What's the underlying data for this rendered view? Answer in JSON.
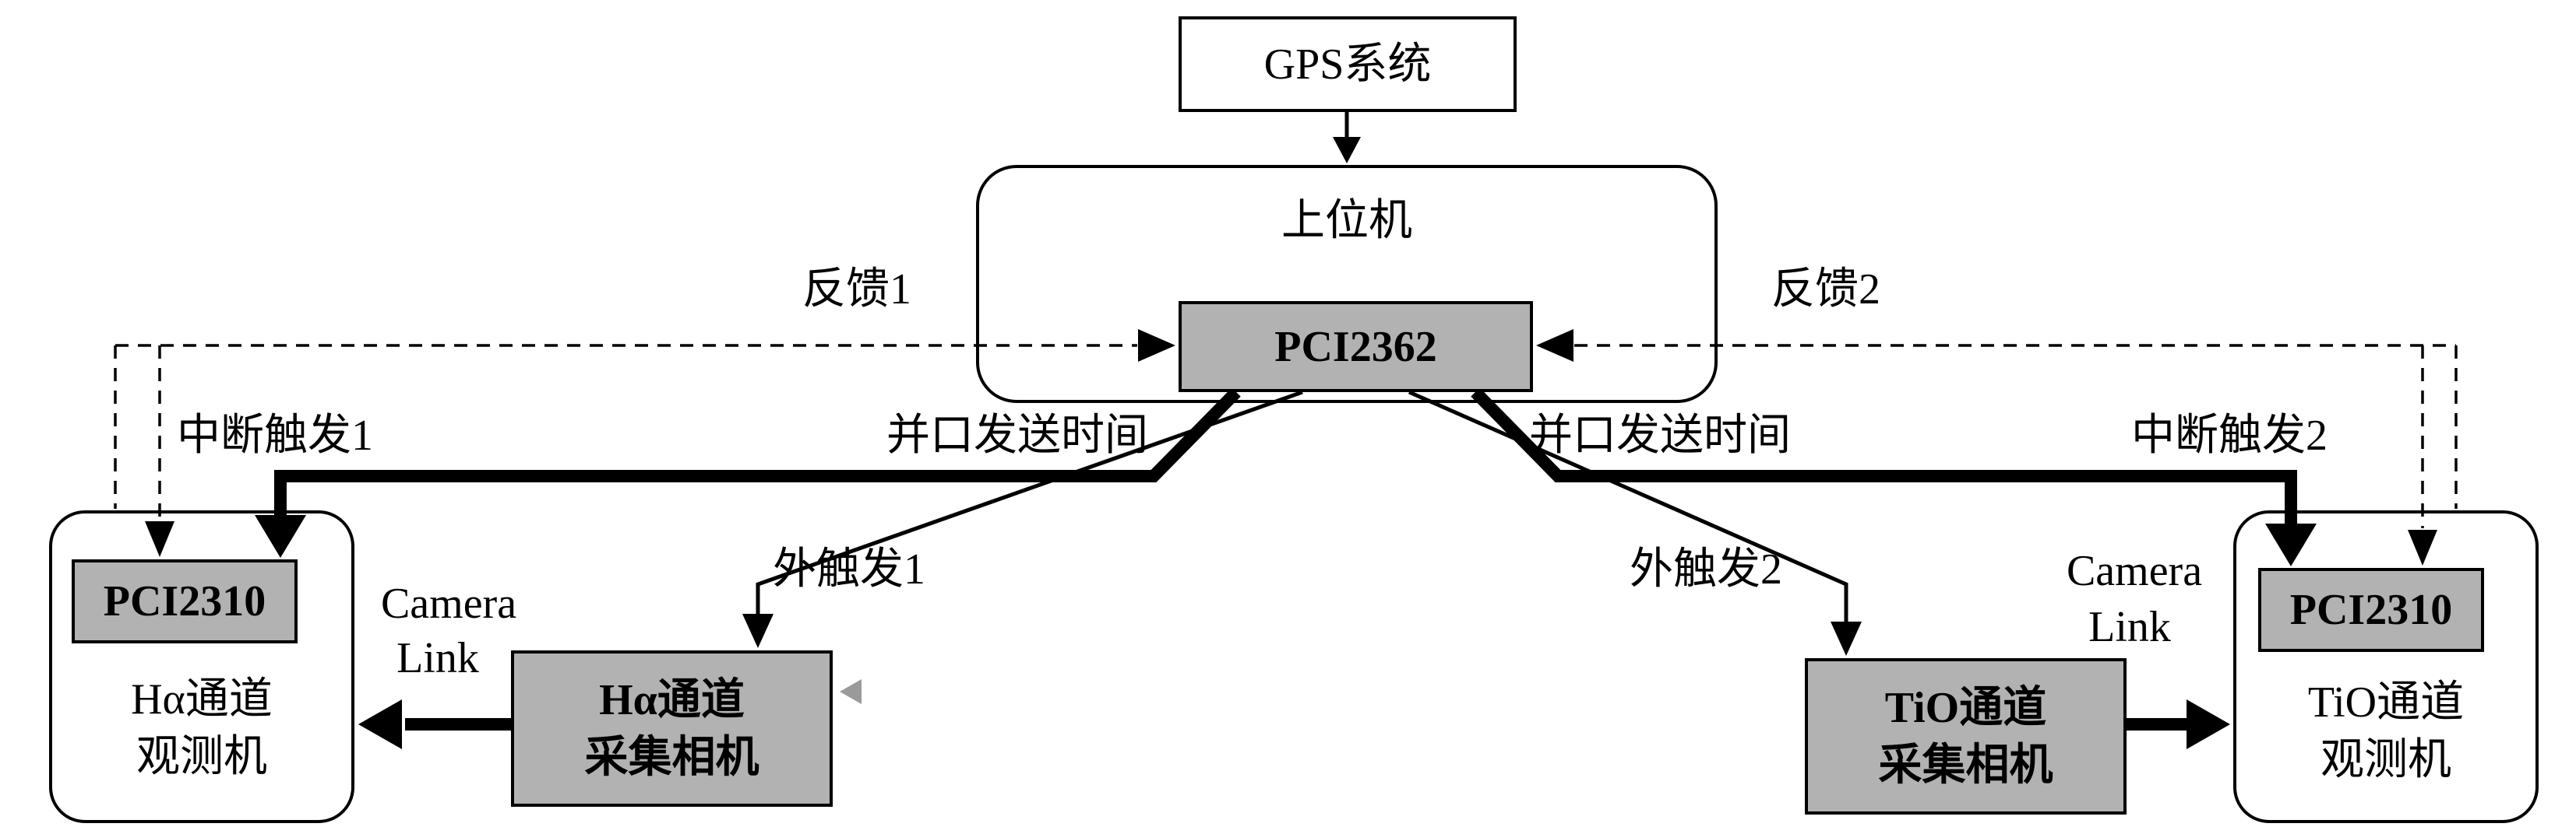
{
  "diagram": {
    "gps": {
      "label": "GPS系统"
    },
    "host": {
      "label": "上位机",
      "card": "PCI2362"
    },
    "left_observer": {
      "card": "PCI2310",
      "name_line1": "Hα通道",
      "name_line2": "观测机"
    },
    "left_camera": {
      "line1": "Hα通道",
      "line2": "采集相机"
    },
    "right_observer": {
      "card": "PCI2310",
      "name_line1": "TiO通道",
      "name_line2": "观测机"
    },
    "right_camera": {
      "line1": "TiO通道",
      "line2": "采集相机"
    },
    "labels": {
      "feedback1": "反馈1",
      "feedback2": "反馈2",
      "interrupt1": "中断触发1",
      "interrupt2": "中断触发2",
      "parallel_time_left": "并口发送时间",
      "parallel_time_right": "并口发送时间",
      "ext_trigger1": "外触发1",
      "ext_trigger2": "外触发2",
      "camera_link_left_line1": "Camera",
      "camera_link_left_line2": "Link",
      "camera_link_right_line1": "Camera",
      "camera_link_right_line2": "Link"
    },
    "colors": {
      "node_gray": "#b2b2b2",
      "line_black": "#000000",
      "background": "#ffffff"
    }
  }
}
